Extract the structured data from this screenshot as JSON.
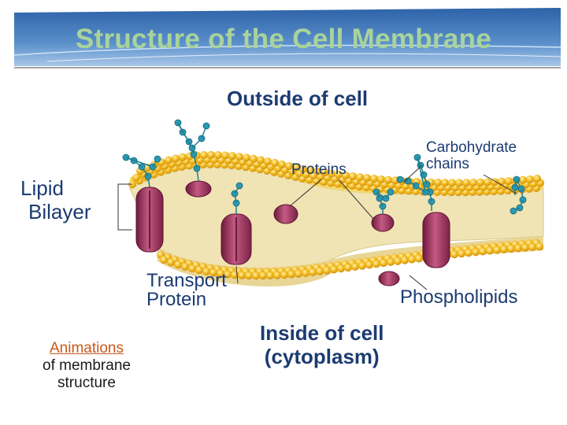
{
  "slide": {
    "title": "Structure of the Cell Membrane",
    "labels": {
      "outside": "Outside of cell",
      "lipid_line1": "Lipid",
      "lipid_line2": "Bilayer",
      "proteins": "Proteins",
      "carbohydrate_line1": "Carbohydrate",
      "carbohydrate_line2": "chains",
      "transport_line1": "Transport",
      "transport_line2": "Protein",
      "phospholipids": "Phospholipids",
      "inside_line1": "Inside of cell",
      "inside_line2": "(cytoplasm)"
    },
    "animation_link": {
      "link_text": "Animations",
      "rest_line1": "of membrane",
      "rest_line2": "structure"
    }
  },
  "colors": {
    "title": "#a9d39a",
    "label_text": "#1c3b72",
    "link": "#c9581c",
    "phospholipid_head": "#f2b71c",
    "phospholipid_tail": "#f0e3b4",
    "protein": "#a33a62",
    "carbohydrate": "#2a9ab0"
  }
}
